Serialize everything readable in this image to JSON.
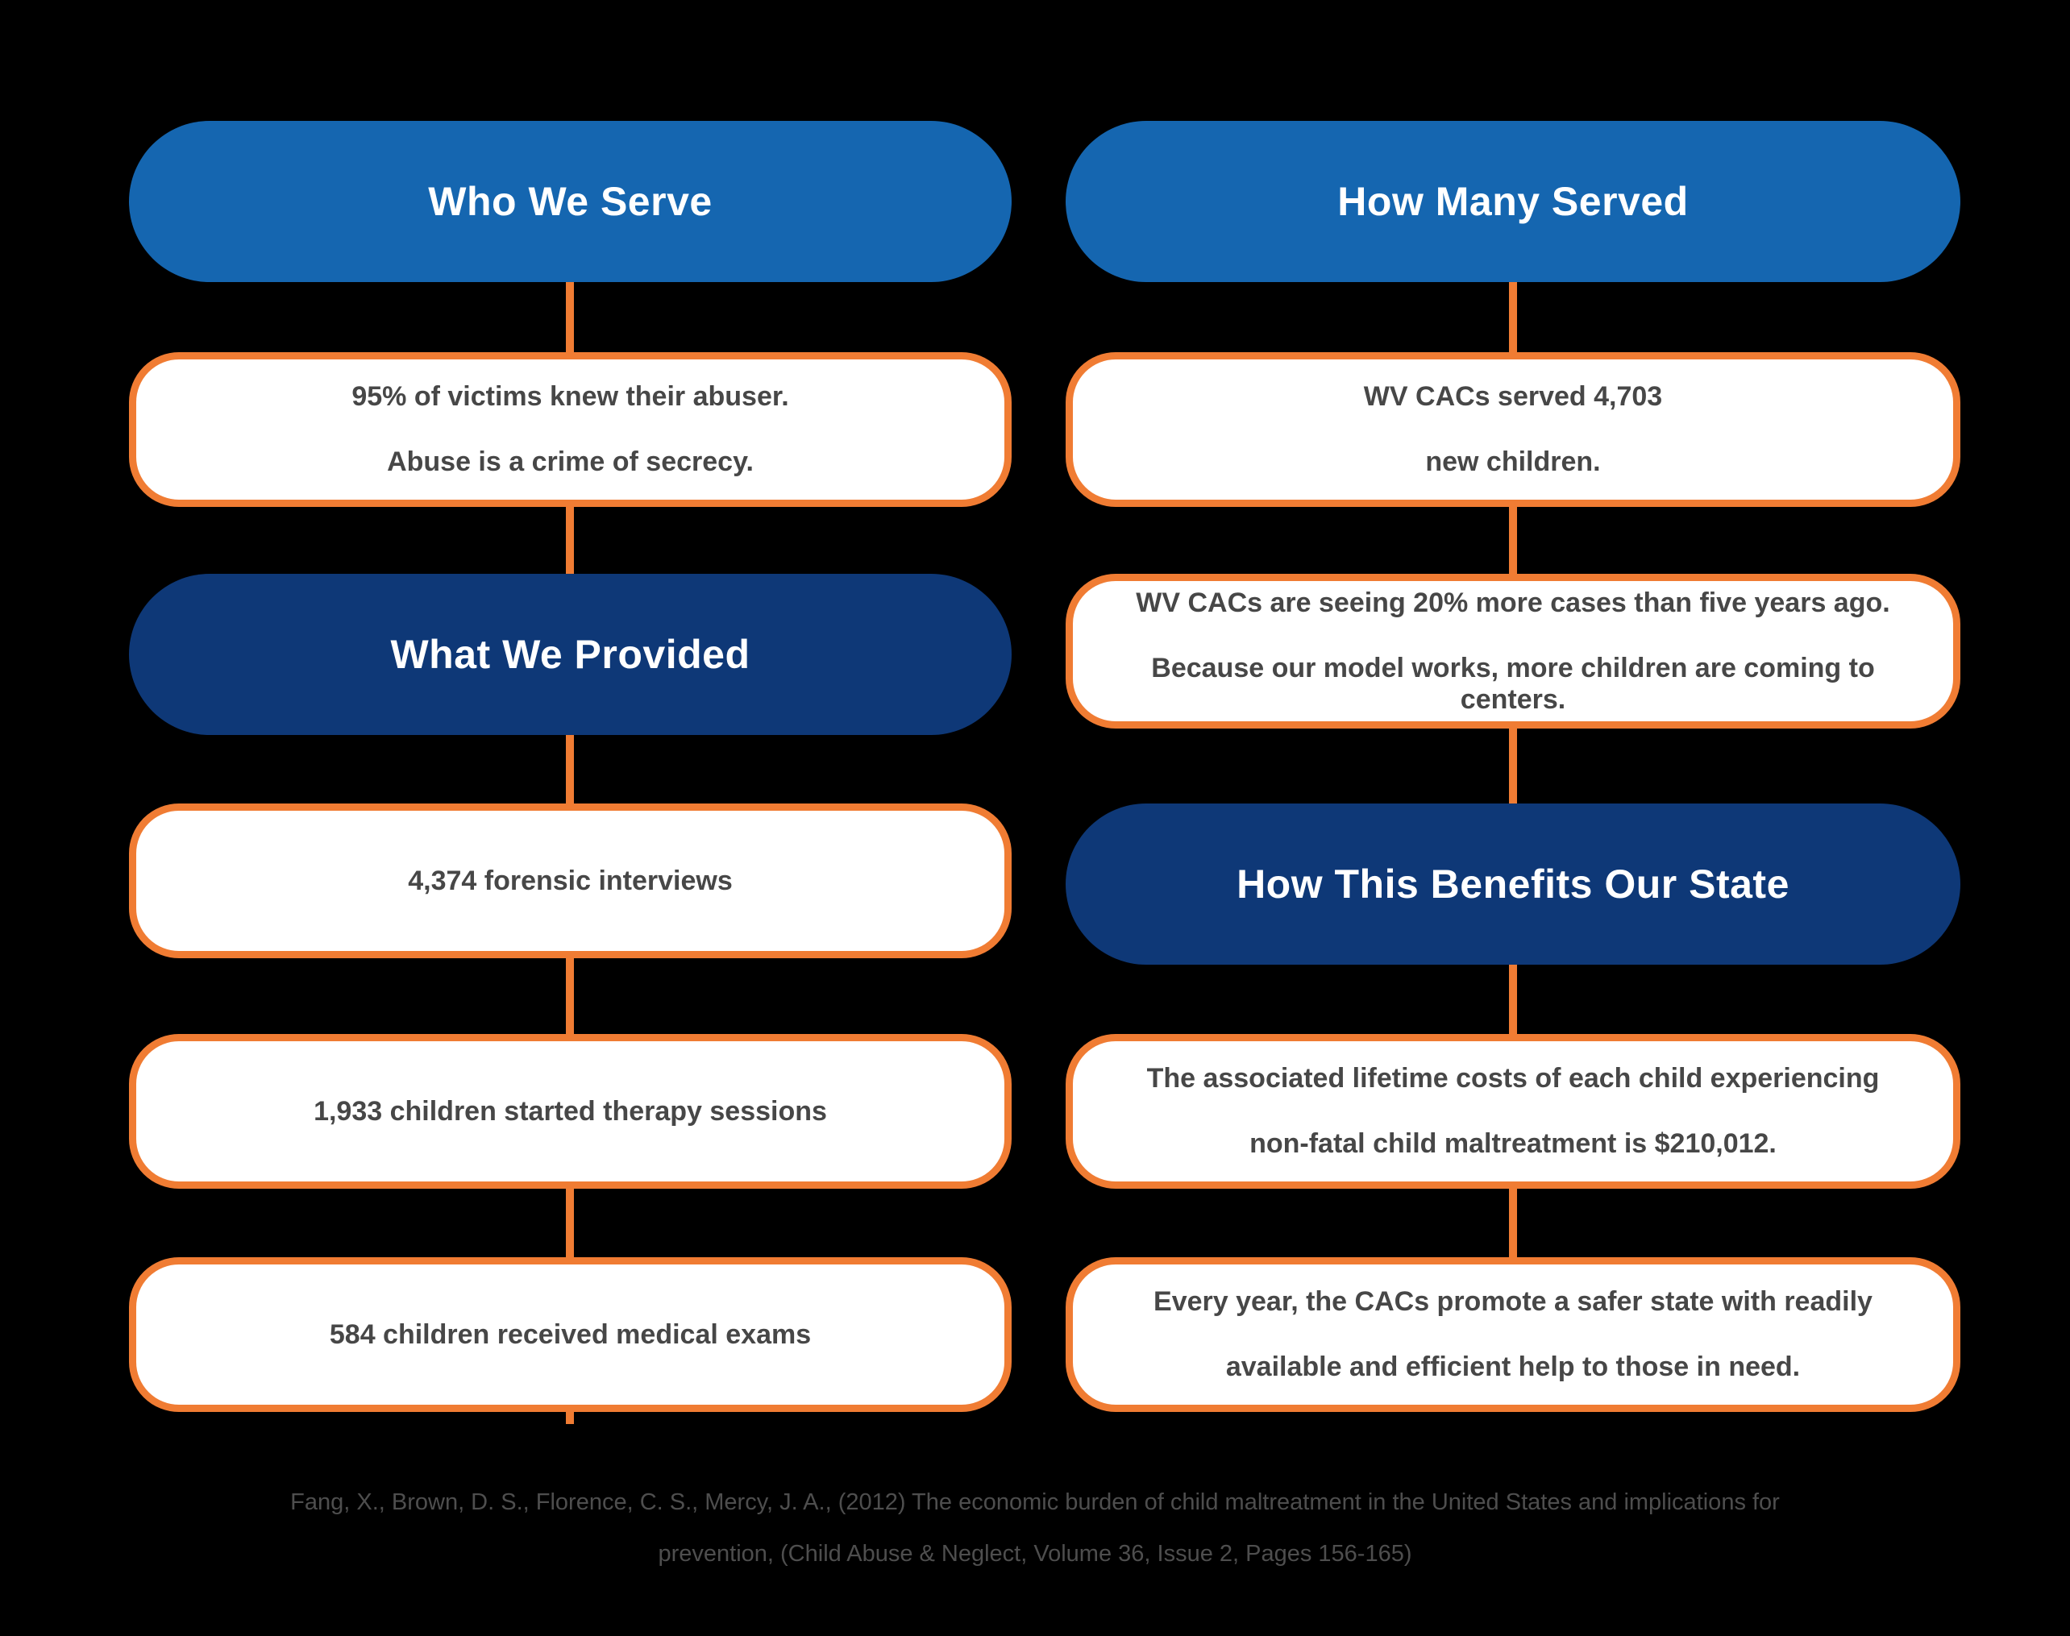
{
  "colors": {
    "bg": "#000000",
    "header_blue": "#1566b0",
    "header_navy": "#0e3877",
    "accent_orange": "#f07c33",
    "card_bg": "#ffffff",
    "card_text": "#474747",
    "citation_gray": "#4e4e4e"
  },
  "left_column": {
    "header_who_we_serve": "Who We Serve",
    "box_victims": {
      "line1": "95% of victims knew their abuser.",
      "line2": "Abuse is a crime of secrecy."
    },
    "header_what_we_provided": "What We Provided",
    "box_forensic": "4,374 forensic interviews",
    "box_therapy": "1,933 children started therapy sessions",
    "box_medical": "584 children received medical exams"
  },
  "right_column": {
    "header_how_many_served": "How Many Served",
    "box_served": {
      "line1": "WV CACs served 4,703",
      "line2": "new children."
    },
    "box_more_cases": {
      "line1": "WV CACs are seeing 20% more cases than five years ago.",
      "line2": "Because our model works, more children are coming to centers."
    },
    "header_benefits": "How This Benefits Our State",
    "box_costs": {
      "line1": "The associated lifetime costs of each child experiencing",
      "line2": "non-fatal child maltreatment is $210,012."
    },
    "box_safer_state": {
      "line1": "Every year, the CACs promote a safer state with readily",
      "line2": "available and efficient help to those in need."
    }
  },
  "citation": {
    "line1": "Fang, X., Brown, D. S., Florence, C. S., Mercy, J. A., (2012) The economic burden of child maltreatment in the United States and implications for",
    "line2": "prevention, (Child Abuse & Neglect, Volume 36, Issue 2, Pages 156-165)"
  }
}
